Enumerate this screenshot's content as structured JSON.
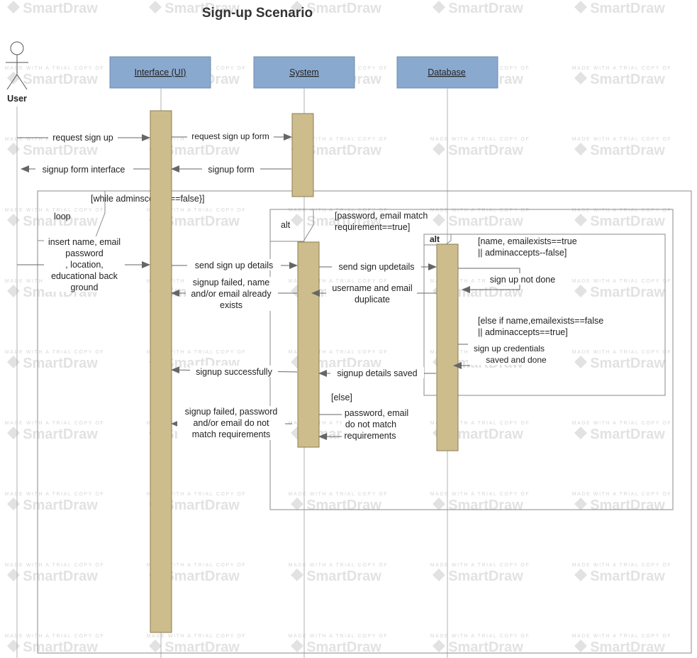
{
  "title": "Sign-up Scenario",
  "watermark": {
    "line1": "MADE WITH A TRIAL COPY OF",
    "line2": "SmartDraw"
  },
  "actor": {
    "label": "User"
  },
  "lifelines": [
    {
      "id": "ui",
      "label": "Interface (UI)"
    },
    {
      "id": "system",
      "label": "System"
    },
    {
      "id": "database",
      "label": "Database"
    }
  ],
  "frames": {
    "loop": {
      "keyword": "loop",
      "guard": "[while adminsccepts==false}]"
    },
    "alt_outer": {
      "keyword": "alt",
      "guard": [
        "[password, email match",
        "requirement==true]"
      ],
      "else_guard": "[else]"
    },
    "alt_inner": {
      "keyword": "alt",
      "guard": [
        "[name, emailexists==true",
        "|| adminaccepts--false]"
      ],
      "else_guard": [
        "[else if name,emailexists==false",
        "|| adminaccepts==true]"
      ]
    }
  },
  "messages": [
    {
      "id": "m1",
      "lines": [
        "request sign up"
      ]
    },
    {
      "id": "m2",
      "lines": [
        "request sign up form"
      ]
    },
    {
      "id": "m3",
      "lines": [
        "signup form interface"
      ]
    },
    {
      "id": "m4",
      "lines": [
        "signup form"
      ]
    },
    {
      "id": "m5",
      "lines": [
        "insert name, email",
        "password",
        ", location,",
        "educational back",
        "ground"
      ]
    },
    {
      "id": "m6",
      "lines": [
        "send sign up details"
      ]
    },
    {
      "id": "m7",
      "lines": [
        "send sign updetails"
      ]
    },
    {
      "id": "m8",
      "lines": [
        "sign up not done"
      ]
    },
    {
      "id": "m9",
      "lines": [
        "username and email",
        "duplicate"
      ]
    },
    {
      "id": "m10",
      "lines": [
        "signup failed, name",
        "and/or email already",
        "exists"
      ]
    },
    {
      "id": "m11",
      "lines": [
        "sign up  credentials",
        "saved and done"
      ]
    },
    {
      "id": "m12",
      "lines": [
        "signup details saved"
      ]
    },
    {
      "id": "m13",
      "lines": [
        "signup successfully"
      ]
    },
    {
      "id": "m14",
      "lines": [
        "password, email",
        "do not match",
        "requirements"
      ]
    },
    {
      "id": "m15",
      "lines": [
        "signup failed, password",
        "and/or email do not",
        "match requirements"
      ]
    }
  ]
}
